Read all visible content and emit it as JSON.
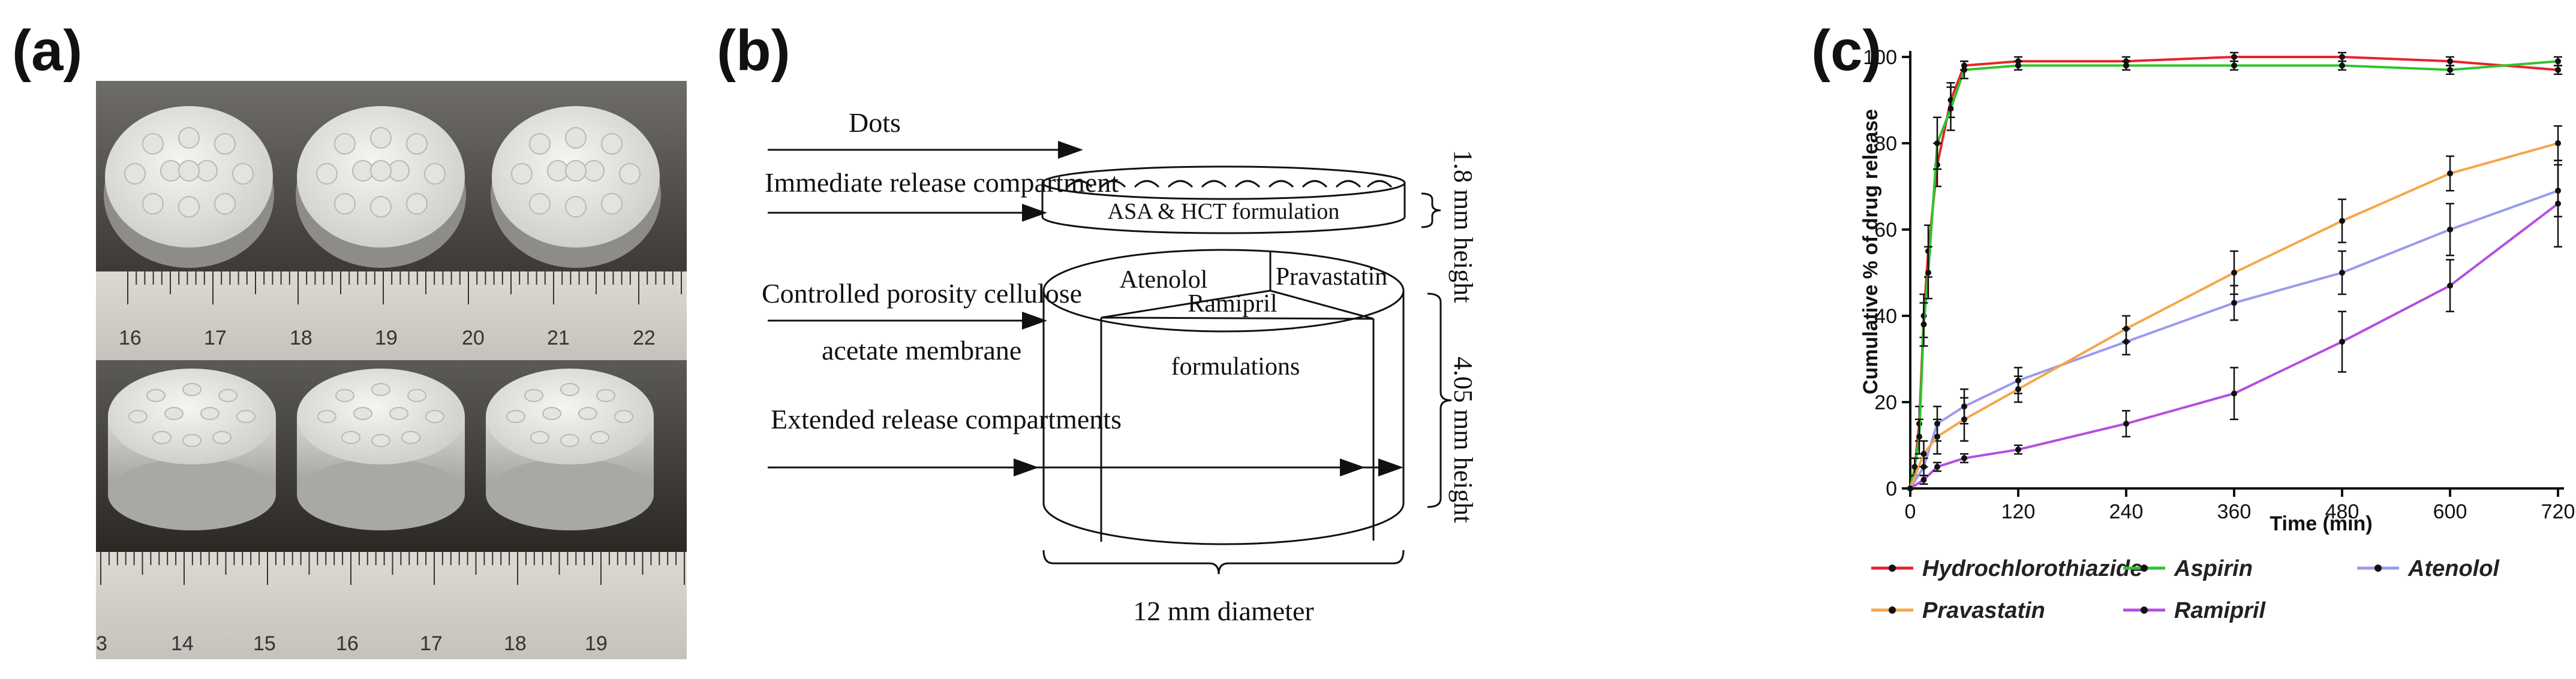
{
  "panels": {
    "a": {
      "letter": "(a)"
    },
    "b": {
      "letter": "(b)"
    },
    "c": {
      "letter": "(c)"
    }
  },
  "photo": {
    "ruler_top_ticks": [
      "16",
      "17",
      "18",
      "19",
      "20",
      "21",
      "22"
    ],
    "ruler_bottom_ticks": [
      "3",
      "14",
      "15",
      "16",
      "17",
      "18",
      "19"
    ]
  },
  "diagram": {
    "dots_label": "Dots",
    "immediate_label": "Immediate release compartment",
    "cellulose_label_line1": "Controlled porosity cellulose",
    "cellulose_label_line2": "acetate membrane",
    "extended_label": "Extended release compartments",
    "top_formulation": "ASA & HCT formulation",
    "atenolol": "Atenolol",
    "pravastatin": "Pravastatin",
    "ramipril": "Ramipril",
    "formulations": "formulations",
    "height_top": "1.8 mm height",
    "height_bottom": "4.05 mm height",
    "diameter": "12 mm diameter"
  },
  "chart_data": {
    "type": "line",
    "xlabel": "Time (min)",
    "ylabel": "Cumulative % of drug release",
    "xlim": [
      0,
      720
    ],
    "ylim": [
      0,
      100
    ],
    "xticks": [
      0,
      120,
      240,
      360,
      480,
      600,
      720
    ],
    "yticks": [
      0,
      20,
      40,
      60,
      80,
      100
    ],
    "legend_position": "bottom",
    "series": [
      {
        "name": "Hydrochlorothiazide",
        "color": "#e8232a",
        "x": [
          0,
          5,
          10,
          15,
          20,
          30,
          45,
          60,
          120,
          240,
          360,
          480,
          600,
          720
        ],
        "y": [
          0,
          5,
          15,
          40,
          55,
          75,
          90,
          98,
          99,
          99,
          100,
          100,
          99,
          97
        ],
        "err": [
          0,
          2,
          4,
          5,
          6,
          5,
          4,
          1,
          1,
          1,
          1,
          1,
          1,
          1
        ]
      },
      {
        "name": "Aspirin",
        "color": "#2dc52d",
        "x": [
          0,
          5,
          10,
          15,
          20,
          30,
          45,
          60,
          120,
          240,
          360,
          480,
          600,
          720
        ],
        "y": [
          0,
          5,
          12,
          38,
          50,
          80,
          88,
          97,
          98,
          98,
          98,
          98,
          97,
          99
        ],
        "err": [
          0,
          2,
          4,
          5,
          6,
          6,
          5,
          2,
          1,
          1,
          1,
          1,
          1,
          1
        ]
      },
      {
        "name": "Atenolol",
        "color": "#9a9af0",
        "x": [
          0,
          15,
          30,
          60,
          120,
          240,
          360,
          480,
          600,
          720
        ],
        "y": [
          0,
          5,
          15,
          19,
          25,
          34,
          43,
          50,
          60,
          69
        ],
        "err": [
          0,
          2,
          4,
          4,
          3,
          3,
          4,
          5,
          6,
          6
        ]
      },
      {
        "name": "Pravastatin",
        "color": "#f5a649",
        "x": [
          0,
          15,
          30,
          60,
          120,
          240,
          360,
          480,
          600,
          720
        ],
        "y": [
          0,
          8,
          12,
          16,
          23,
          37,
          50,
          62,
          73,
          80
        ],
        "err": [
          0,
          3,
          4,
          5,
          3,
          3,
          5,
          5,
          4,
          4
        ]
      },
      {
        "name": "Ramipril",
        "color": "#b44ee0",
        "x": [
          0,
          15,
          30,
          60,
          120,
          240,
          360,
          480,
          600,
          720
        ],
        "y": [
          0,
          2,
          5,
          7,
          9,
          15,
          22,
          34,
          47,
          66
        ],
        "err": [
          0,
          1,
          1,
          1,
          1,
          3,
          6,
          7,
          6,
          10
        ]
      }
    ]
  }
}
